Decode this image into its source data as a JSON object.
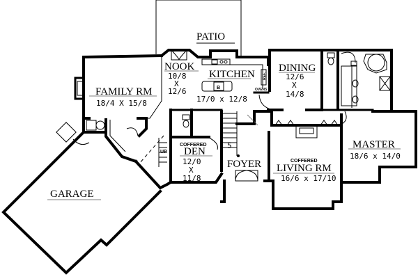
{
  "rooms": {
    "patio": {
      "name": "PATIO"
    },
    "nook": {
      "name": "NOOK",
      "w": "10/8",
      "x": "X",
      "h": "12/6"
    },
    "kitchen": {
      "name": "KITCHEN",
      "size": "17/0 x 12/8",
      "ref": "REF.",
      "ovens": "OVENS",
      "island": "B"
    },
    "dining": {
      "name": "DINING",
      "w": "12/6",
      "x": "X",
      "h": "14/8"
    },
    "family": {
      "name": "FAMILY RM",
      "size": "18/4 X 15/8"
    },
    "master": {
      "name": "MASTER",
      "size": "18/6 x 14/0"
    },
    "den": {
      "tag": "COFFERED",
      "name": "DEN",
      "w": "12/0",
      "x": "X",
      "h": "11/8"
    },
    "foyer": {
      "name": "FOYER"
    },
    "living": {
      "tag": "COFFERED",
      "name": "LIVING RM",
      "size": "16/6 x 17/10"
    },
    "garage": {
      "name": "GARAGE"
    },
    "stairs": {
      "up": "UP",
      "count": "5"
    }
  }
}
